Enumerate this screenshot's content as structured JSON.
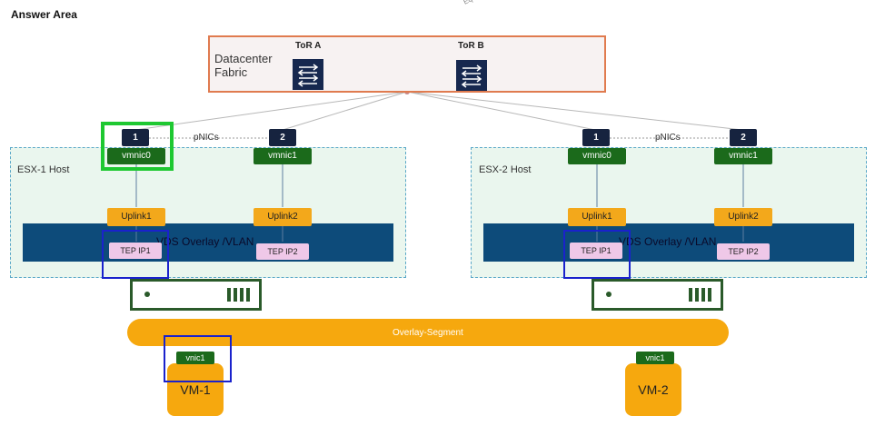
{
  "title": "Answer Area",
  "top_mark": "Eq",
  "fabric": {
    "label": "Datacenter Fabric",
    "tor_a": "ToR A",
    "tor_b": "ToR B"
  },
  "hosts": [
    {
      "label": "ESX-1 Host",
      "pnics_label": "pNICs",
      "pnics": [
        "1",
        "2"
      ],
      "vmnics": [
        "vmnic0",
        "vmnic1"
      ],
      "uplinks": [
        "Uplink1",
        "Uplink2"
      ],
      "vds_label": "VDS Overlay /VLAN",
      "teps": [
        "TEP IP1",
        "TEP IP2"
      ]
    },
    {
      "label": "ESX-2 Host",
      "pnics_label": "pNICs",
      "pnics": [
        "1",
        "2"
      ],
      "vmnics": [
        "vmnic0",
        "vmnic1"
      ],
      "uplinks": [
        "Uplink1",
        "Uplink2"
      ],
      "vds_label": "VDS Overlay /VLAN",
      "teps": [
        "TEP IP1",
        "TEP IP2"
      ]
    }
  ],
  "overlay_segment": "Overlay-Segment",
  "vms": [
    {
      "vnic": "vnic1",
      "name": "VM-1"
    },
    {
      "vnic": "vnic1",
      "name": "VM-2"
    }
  ],
  "colors": {
    "fabric_border": "#e07b4f",
    "switch": "#16284f",
    "vds": "#0d4b7a",
    "vmnic": "#1b6a1b",
    "uplink": "#f3a81b",
    "tep": "#efc8e8",
    "overlay": "#f6a80e",
    "selection_green": "#1ec831",
    "selection_blue": "#1a22cc"
  }
}
